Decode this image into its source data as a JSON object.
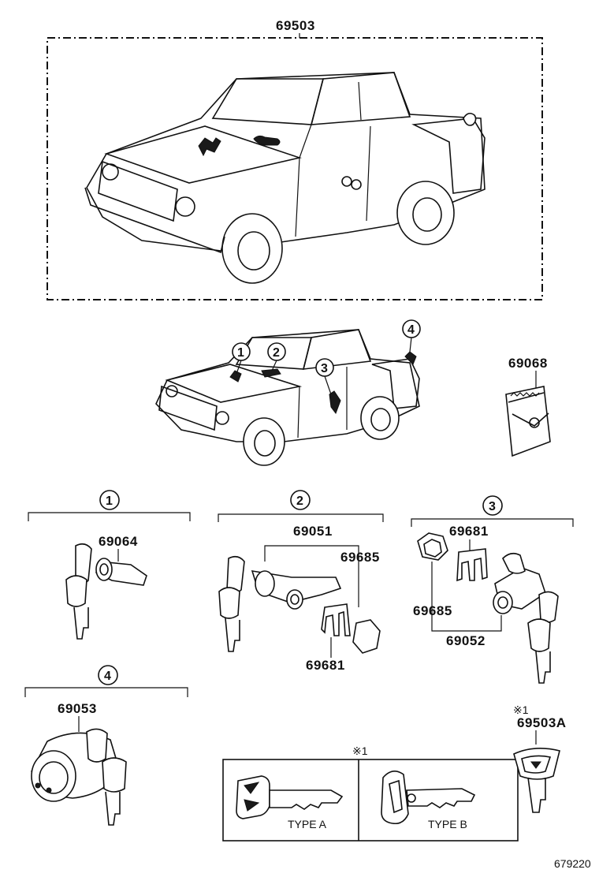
{
  "parts": {
    "main_set": "69503",
    "key_case": "69068",
    "cyl_1": "69064",
    "cyl_2": "69051",
    "pad_2": "69685",
    "clip_2": "69681",
    "clip_3": "69681",
    "pad_3": "69685",
    "cyl_3": "69052",
    "cyl_4": "69053",
    "key_blank": "69503A"
  },
  "callouts": [
    "1",
    "2",
    "3",
    "4"
  ],
  "note_mark": "※1",
  "key_types": {
    "type_a": "TYPE A",
    "type_b": "TYPE B"
  },
  "figure_code": "679220"
}
